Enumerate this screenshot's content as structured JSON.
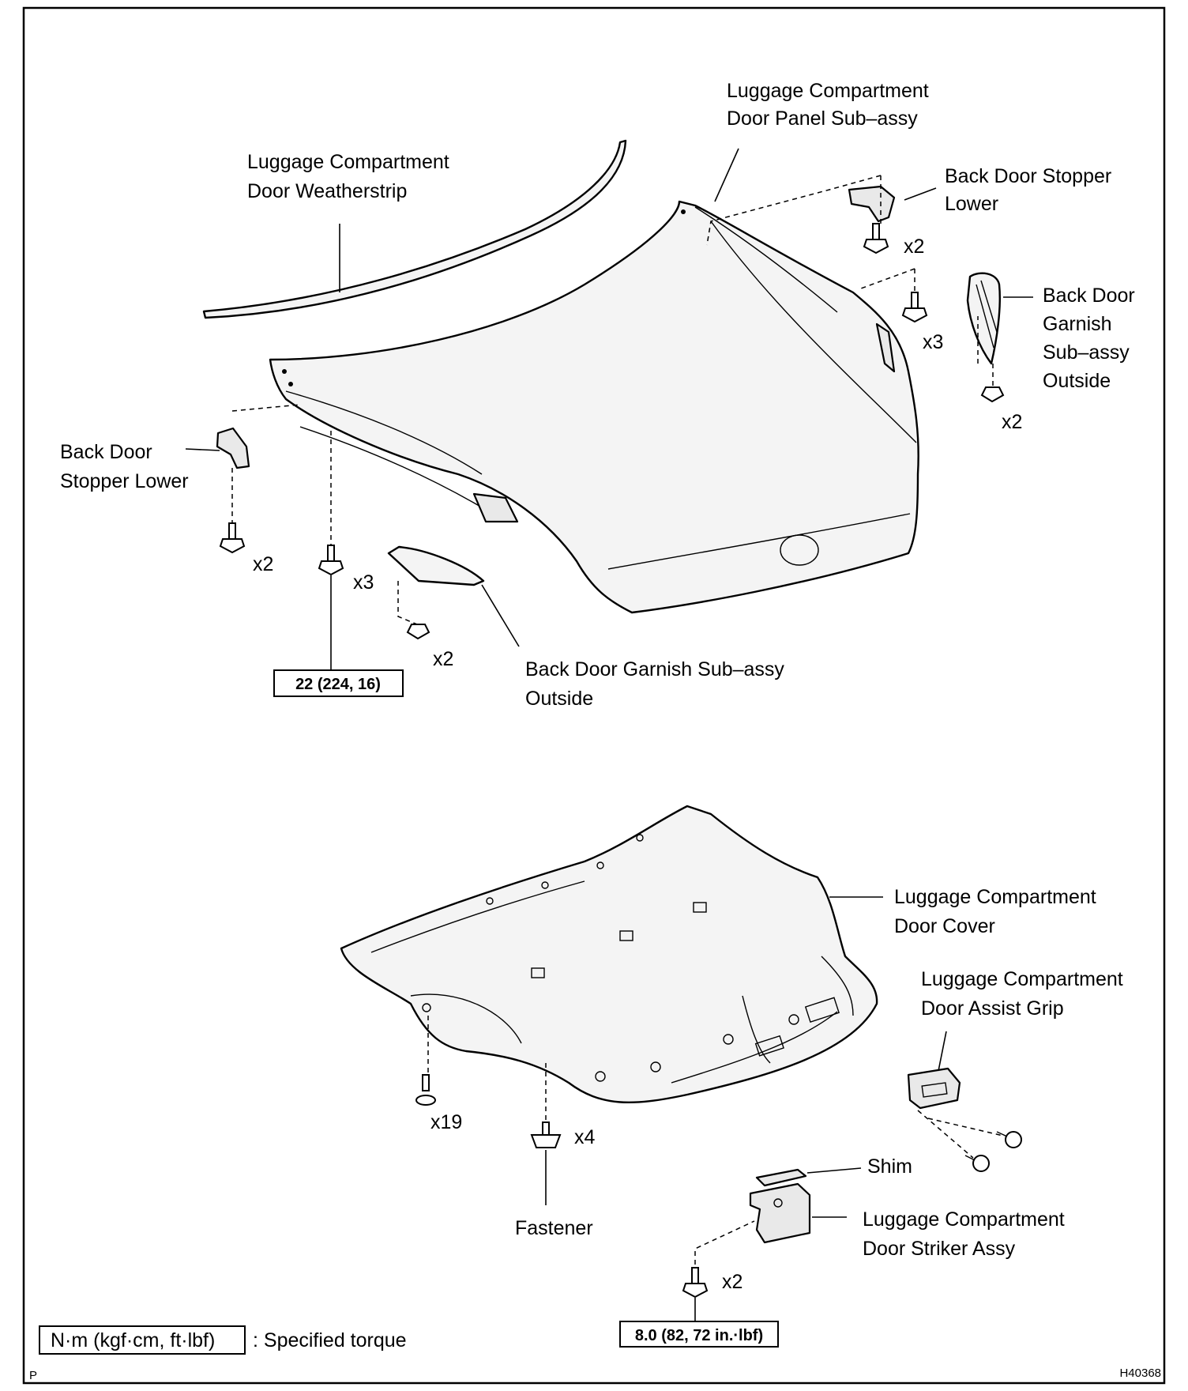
{
  "labels": {
    "panel_line1": "Luggage Compartment",
    "panel_line2": "Door Panel Sub–assy",
    "weatherstrip_line1": "Luggage Compartment",
    "weatherstrip_line2": "Door Weatherstrip",
    "stopper_right_line1": "Back Door Stopper",
    "stopper_right_line2": "Lower",
    "garnish_right_line1": "Back Door",
    "garnish_right_line2": "Garnish",
    "garnish_right_line3": "Sub–assy",
    "garnish_right_line4": "Outside",
    "stopper_left_line1": "Back Door",
    "stopper_left_line2": "Stopper Lower",
    "garnish_left_line1": "Back Door Garnish Sub–assy",
    "garnish_left_line2": "Outside",
    "cover_line1": "Luggage Compartment",
    "cover_line2": "Door Cover",
    "grip_line1": "Luggage Compartment",
    "grip_line2": "Door Assist Grip",
    "shim": "Shim",
    "striker_line1": "Luggage Compartment",
    "striker_line2": "Door Striker Assy",
    "fastener": "Fastener"
  },
  "quantities": {
    "q_stopper_right": "x2",
    "q_panel_right": "x3",
    "q_garnish_right": "x2",
    "q_stopper_left": "x2",
    "q_panel_left": "x3",
    "q_garnish_left": "x2",
    "q_cover_clips": "x19",
    "q_fastener": "x4",
    "q_striker": "x2"
  },
  "torques": {
    "panel_bolts": "22 (224, 16)",
    "striker_bolts": "8.0 (82, 72 in.·lbf)"
  },
  "legend": {
    "unit": "N·m (kgf·cm, ft·lbf)",
    "text": ": Specified torque"
  },
  "corner_left": "P",
  "figure_code": "H40368"
}
